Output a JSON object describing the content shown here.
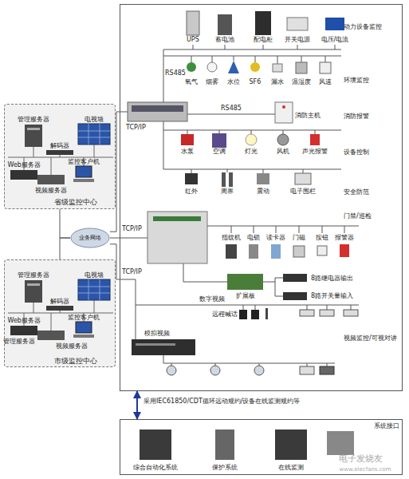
{
  "diagram": {
    "nodes": [
      {
        "text": [
          "省级监控中心"
        ]
      },
      {
        "text": [
          "市级监控中心"
        ]
      },
      {
        "text": [
          "业务网络"
        ]
      },
      {
        "text": [
          "动力设备监控",
          "环境监控",
          "消防报警",
          "设备控制",
          "安全防范",
          "门禁/巡检",
          "视频监控/可视对讲"
        ]
      },
      {
        "text": [
          "系统接口"
        ]
      }
    ],
    "edges": [
      {
        "from": 0,
        "to": 2,
        "arrow": "none"
      },
      {
        "from": 1,
        "to": 2,
        "arrow": "none"
      },
      {
        "from": 2,
        "to": 3,
        "label": "TCP/IP",
        "arrow": "none"
      },
      {
        "from": 2,
        "to": 3,
        "label": "TCP/IP",
        "arrow": "none"
      },
      {
        "from": 2,
        "to": 3,
        "label": "TCP/IP",
        "arrow": "none"
      },
      {
        "from": 3,
        "to": 4,
        "label": "采用IEC61850/CDT循环远动规约/设备在线监测规约等",
        "arrow": "both"
      }
    ],
    "labels": [
      "管理服务器",
      "电视墙",
      "解码器",
      "Web服务器",
      "监控客户机",
      "视频服务器",
      "管理服务器",
      "电视墙",
      "解码器",
      "Web服务器",
      "监控客户机",
      "管理服务器",
      "视频服务器",
      "UPS",
      "蓄电池",
      "配电柜",
      "开关电源",
      "电压/电流",
      "氧气",
      "烟雾",
      "水位",
      "SF6",
      "漏水",
      "温湿度",
      "风速",
      "RS485",
      "RS485",
      "消防主机",
      "水泵",
      "空调",
      "灯光",
      "风机",
      "声光报警",
      "红外",
      "周界",
      "震动",
      "电子围栏",
      "指纹机",
      "电锁",
      "读卡器",
      "门磁",
      "按钮",
      "报警器",
      "扩展板",
      "8路继电器输出",
      "8路开关量输入",
      "数字视频",
      "远程喊话",
      "模拟视频",
      "综合自动化系统",
      "保护系统",
      "在线监测",
      "电子发烧友",
      "www.elecfans.com"
    ]
  }
}
